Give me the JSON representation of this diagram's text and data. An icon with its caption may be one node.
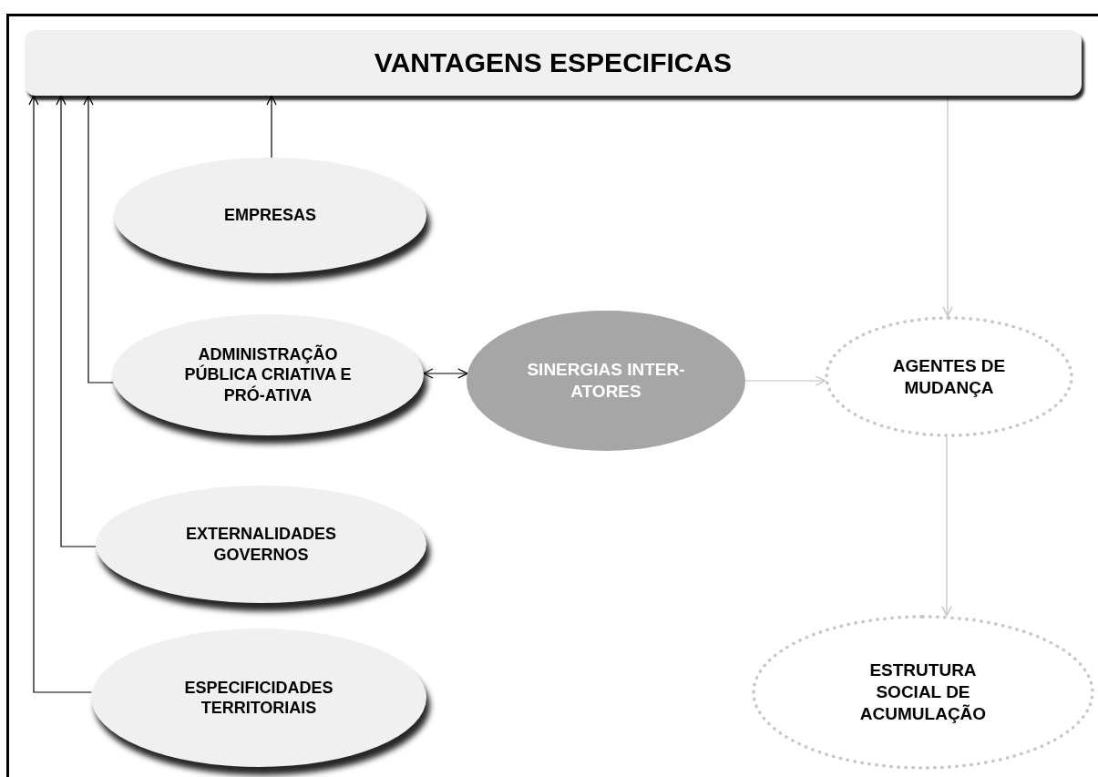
{
  "diagram": {
    "nodes": [
      {
        "text": [
          "VANTAGENS ESPECIFICAS"
        ]
      },
      {
        "text": [
          "EMPRESAS"
        ]
      },
      {
        "text": [
          "ADMINISTRAÇÃO PÚBLICA CRIATIVA E PRÓ-ATIVA"
        ]
      },
      {
        "text": [
          "SINERGIAS INTER-ATORES"
        ]
      },
      {
        "text": [
          "AGENTES DE MUDANÇA"
        ]
      },
      {
        "text": [
          "EXTERNALIDADES GOVERNOS"
        ]
      },
      {
        "text": [
          "ESPECIFICIDADES TERRITORIAIS"
        ]
      },
      {
        "text": [
          "ESTRUTURA SOCIAL DE ACUMULAÇÃO"
        ]
      }
    ],
    "edges": [
      {
        "from": 1,
        "to": 0,
        "arrow": "to"
      },
      {
        "from": 2,
        "to": 0,
        "arrow": "to"
      },
      {
        "from": 5,
        "to": 0,
        "arrow": "to"
      },
      {
        "from": 6,
        "to": 0,
        "arrow": "to"
      },
      {
        "from": 2,
        "to": 3,
        "arrow": "both"
      },
      {
        "from": 3,
        "to": 4,
        "arrow": "to",
        "color": "#bfbfbf"
      },
      {
        "from": 0,
        "to": 4,
        "arrow": "to",
        "color": "#bfbfbf"
      },
      {
        "from": 4,
        "to": 7,
        "arrow": "to",
        "color": "#bfbfbf"
      }
    ]
  }
}
